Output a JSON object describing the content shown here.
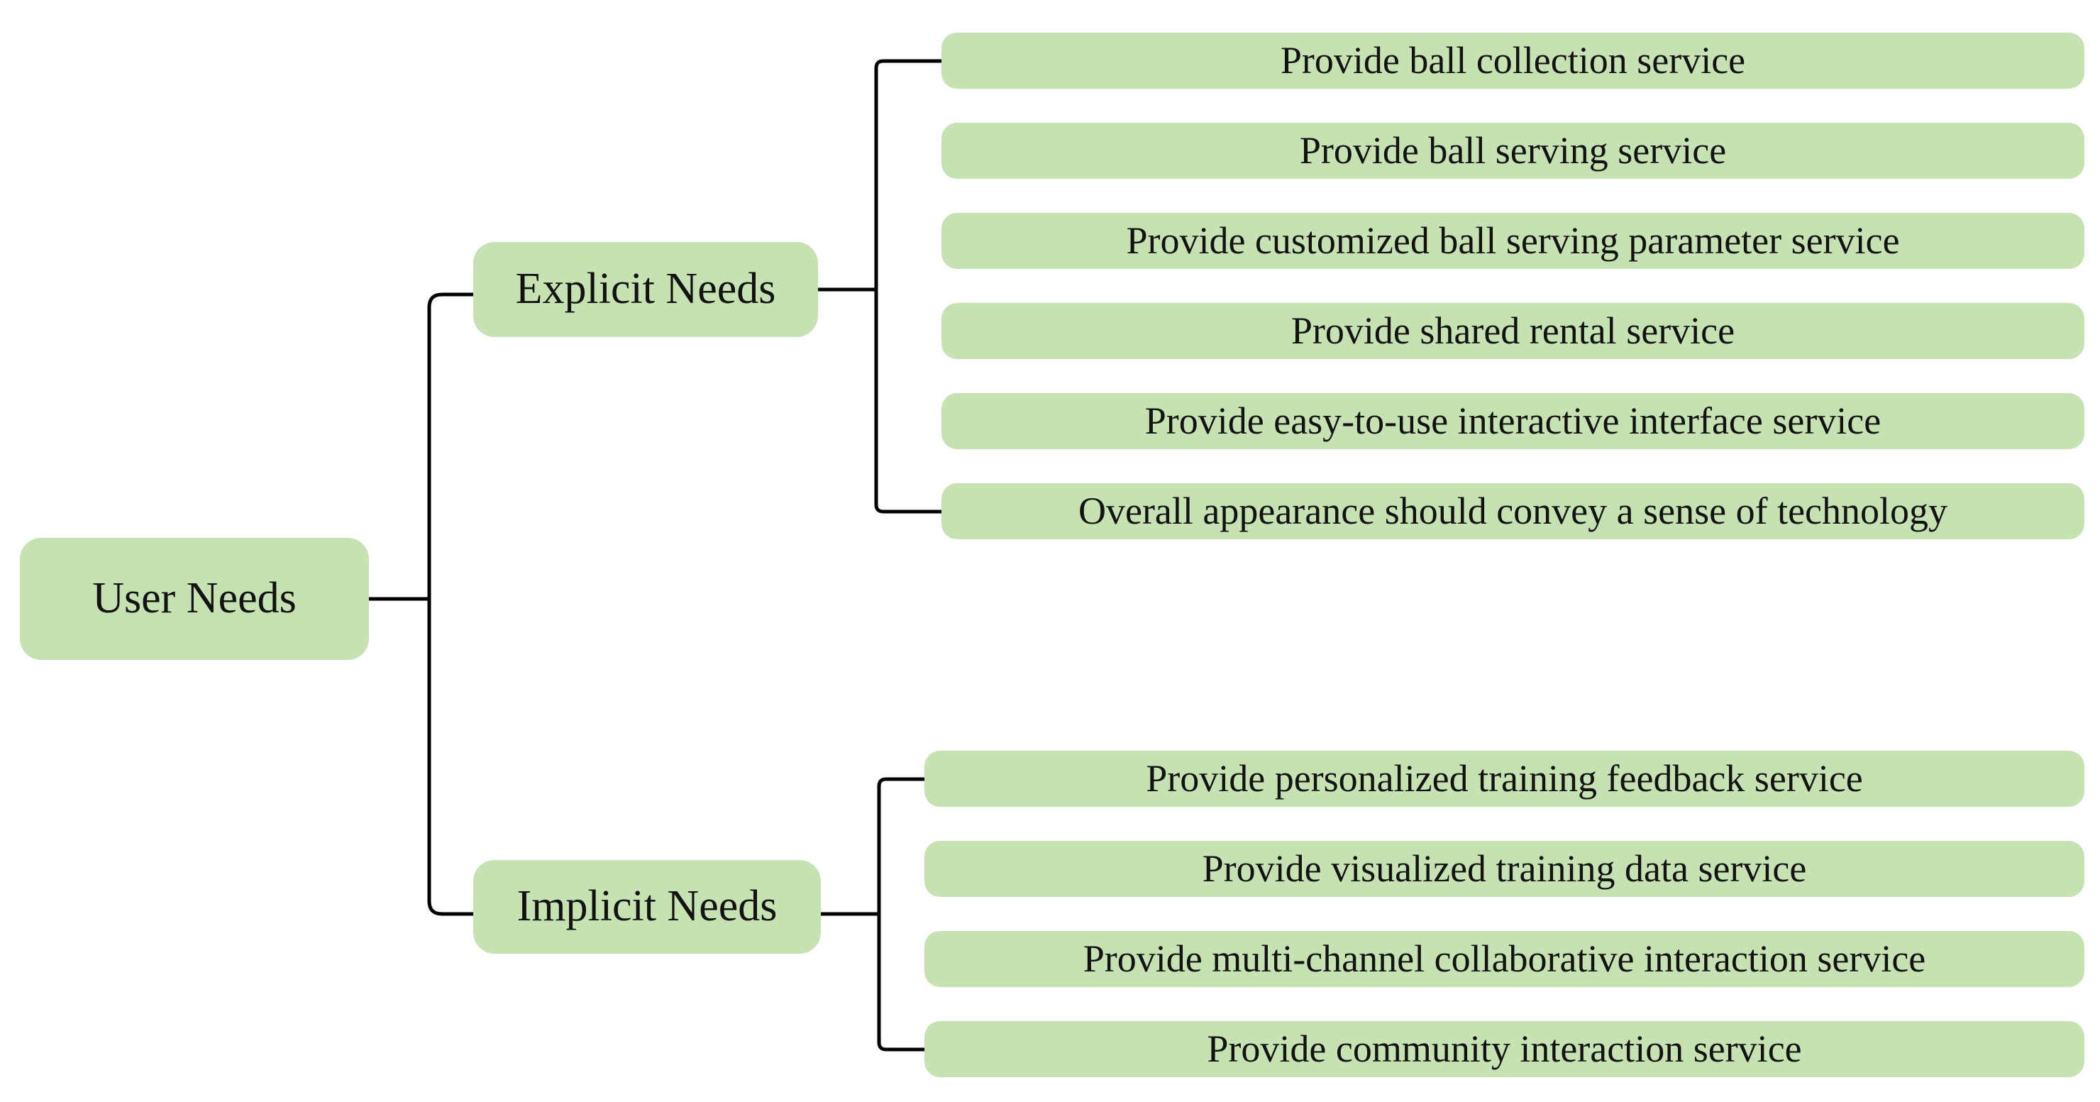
{
  "diagram": {
    "type": "tree",
    "orientation": "left-to-right",
    "colors": {
      "node_fill": "#c6e2b2",
      "node_text": "#121212",
      "connector": "#000000",
      "background": "#ffffff"
    },
    "root_label": "User Needs",
    "branches": [
      {
        "label": "Explicit Needs",
        "children": [
          "Provide ball collection service",
          "Provide ball serving service",
          "Provide customized ball serving parameter service",
          "Provide shared rental service",
          "Provide easy-to-use interactive interface service",
          "Overall appearance should convey a sense of technology"
        ]
      },
      {
        "label": "Implicit Needs",
        "children": [
          "Provide personalized training feedback service",
          "Provide visualized training data service",
          "Provide multi-channel collaborative interaction service",
          "Provide community interaction service"
        ]
      }
    ]
  }
}
